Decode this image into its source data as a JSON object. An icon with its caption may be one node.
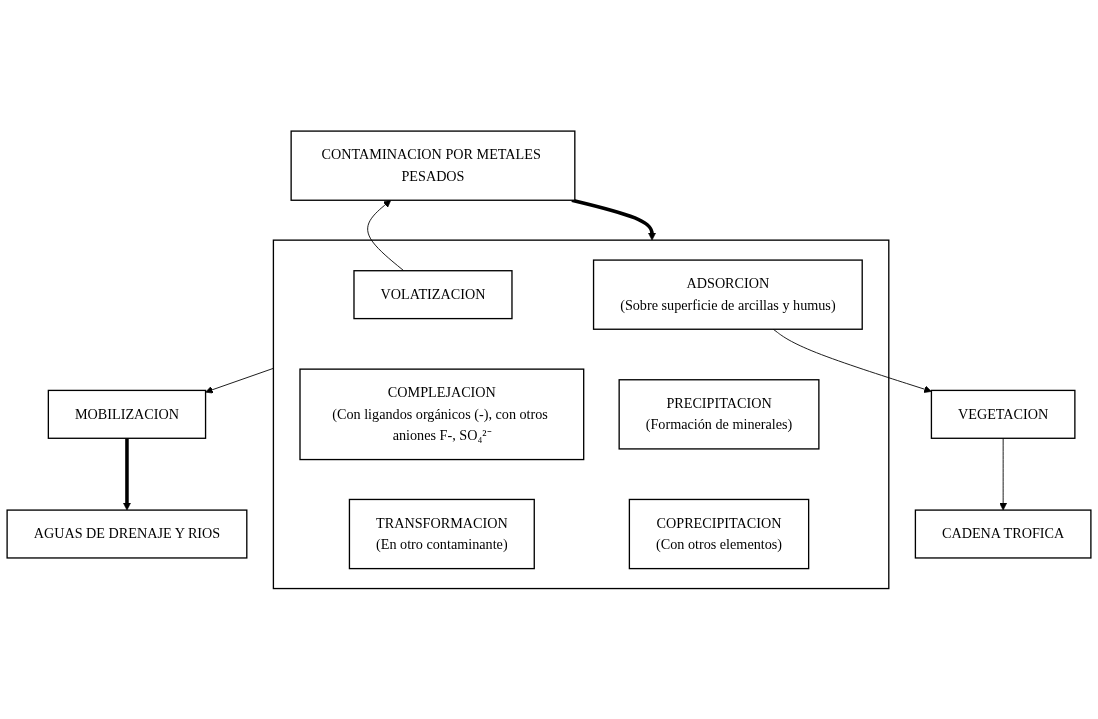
{
  "diagram": {
    "nodes": [
      {
        "text": [
          "CONTAMINACION POR METALES PESADOS"
        ]
      },
      {
        "text": [
          "VEGETACION"
        ]
      },
      {
        "text": [
          "CADENA TROFICA"
        ]
      },
      {
        "text": [],
        "shape": "box"
      },
      {
        "text": [
          "VOLATIZACION"
        ],
        "in": 3
      },
      {
        "text": [
          "ADSORCION",
          "(Sobre superficie de arcillas y humus)"
        ],
        "in": 3
      },
      {
        "text": [
          "COMPLEJACION",
          "(Con ligandos orgánicos (-), con otros aniones F-, SO₄²⁻"
        ],
        "in": 3
      },
      {
        "text": [
          "PRECIPITACION",
          "(Formación de minerales)"
        ],
        "in": 3
      },
      {
        "text": [
          "TRANSFORMACION",
          "(En otro contaminante)"
        ],
        "in": 3
      },
      {
        "text": [
          "COPRECIPITACION",
          "(Con otros elementos)"
        ],
        "in": 3
      },
      {
        "text": [
          "MOBILIZACION"
        ]
      },
      {
        "text": [
          "AGUAS DE DRENAJE Y RIOS"
        ]
      }
    ],
    "edges": [
      {
        "from": 0,
        "to": 3,
        "arrow": "to",
        "style": "thick"
      },
      {
        "from": 4,
        "to": 0,
        "arrow": "to"
      },
      {
        "from": 5,
        "to": 1,
        "arrow": "to"
      },
      {
        "from": 1,
        "to": 2,
        "arrow": "to"
      },
      {
        "from": 3,
        "to": 10,
        "arrow": "to"
      },
      {
        "from": 10,
        "to": 11,
        "arrow": "to",
        "style": "thick"
      }
    ]
  }
}
